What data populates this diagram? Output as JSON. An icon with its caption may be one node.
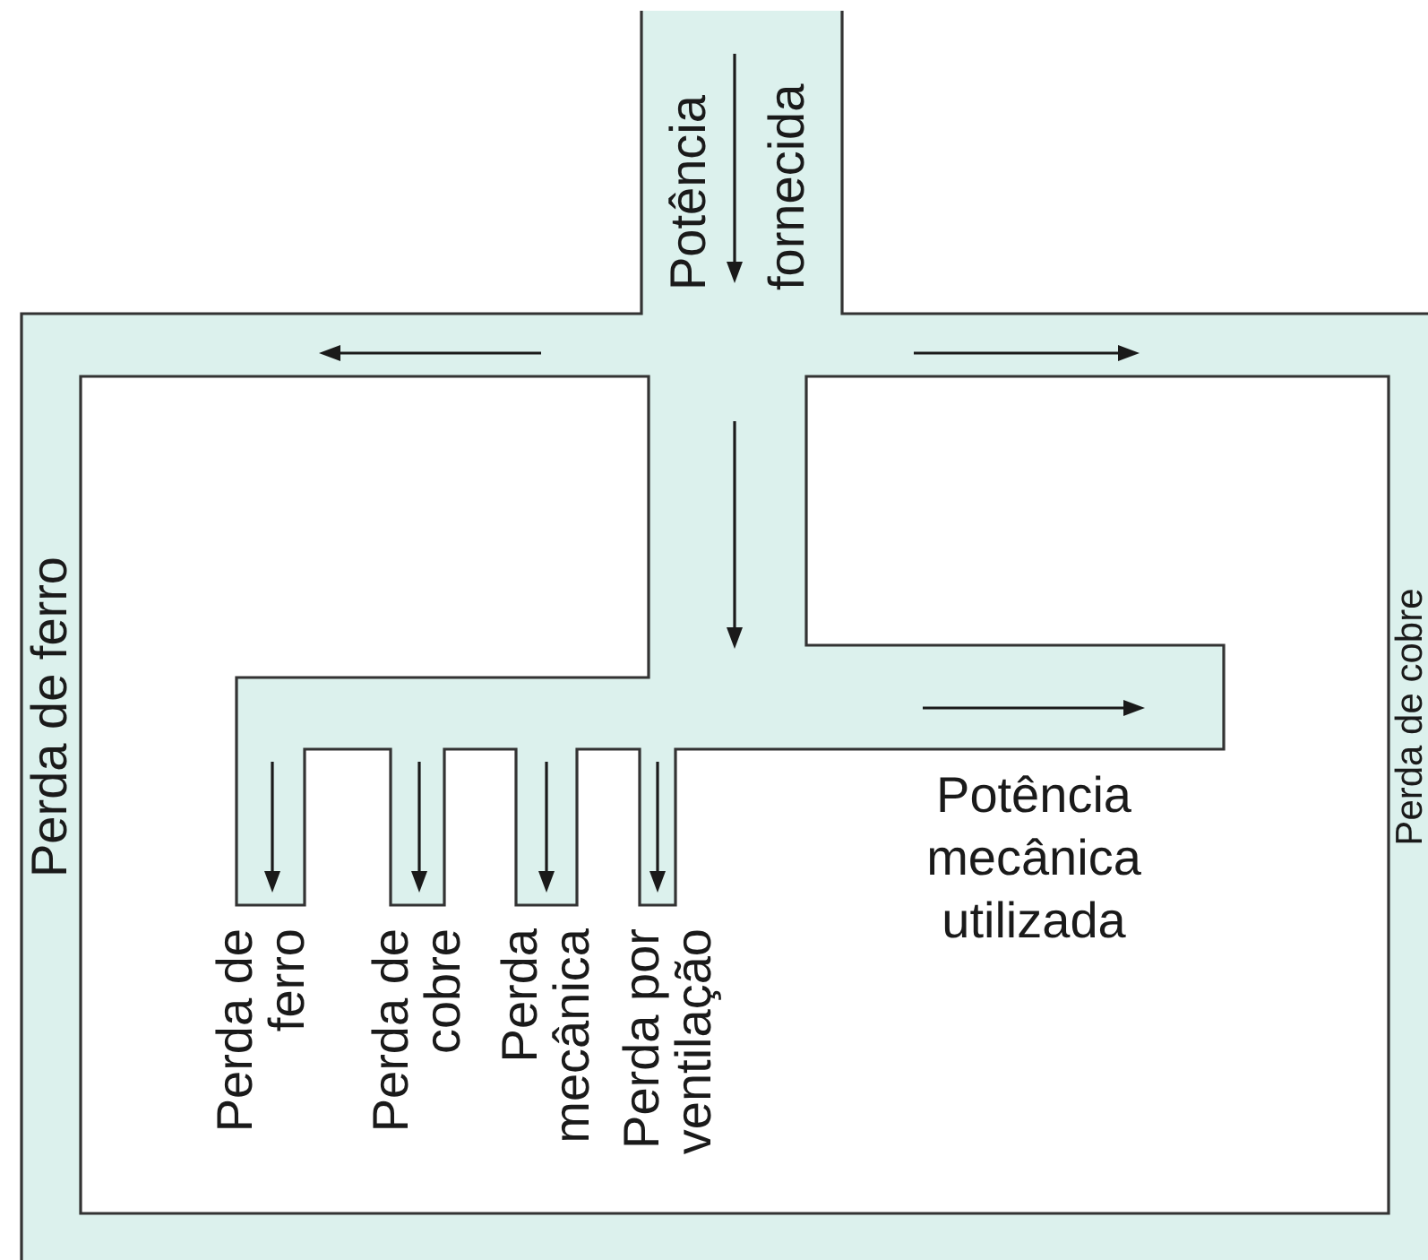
{
  "diagram": {
    "labels": [
      "Potência fornecida",
      "Perda de ferro",
      "Perda de cobre",
      "Potência mecânica utilizada",
      "Perda de ferro",
      "Perda de cobre",
      "Perda mecânica",
      "Perda por ventilação"
    ]
  }
}
